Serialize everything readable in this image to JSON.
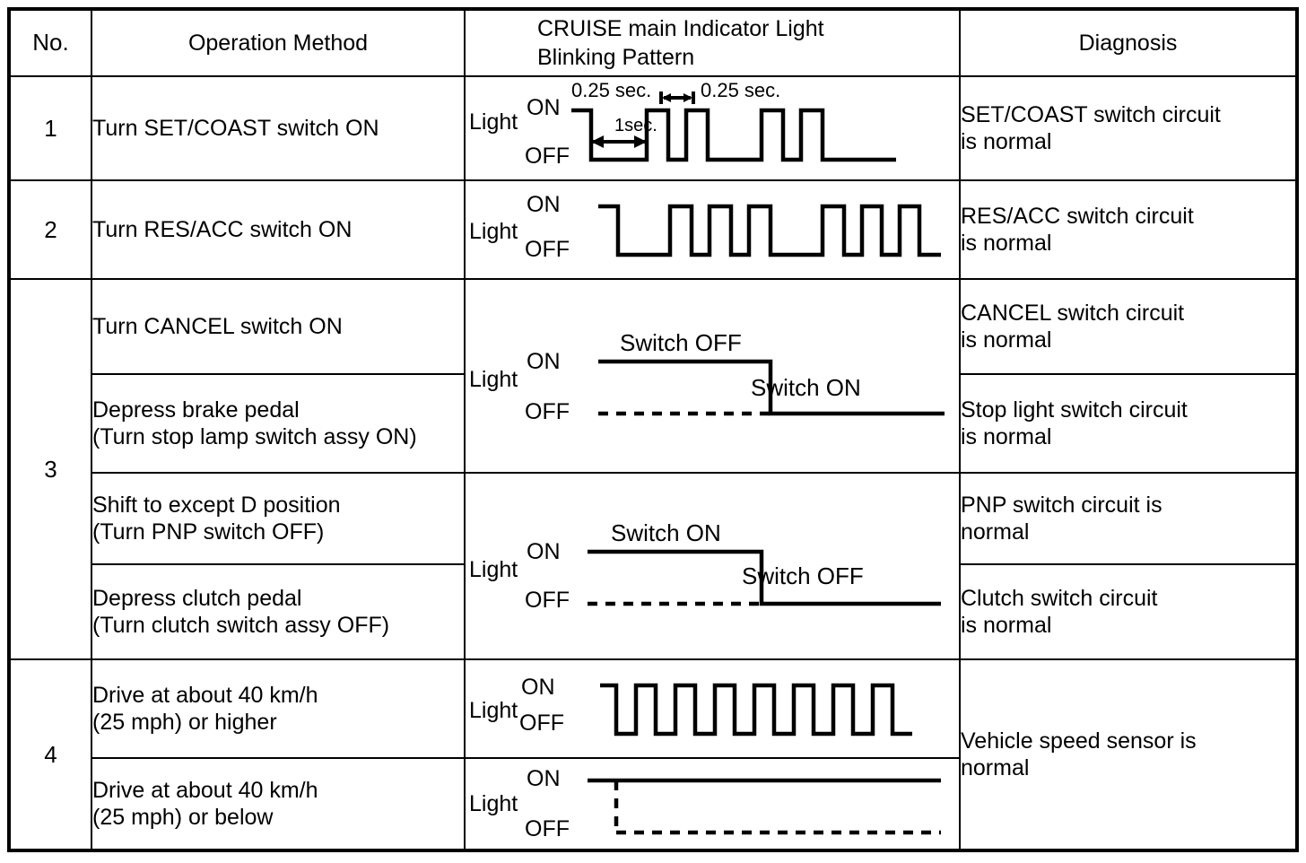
{
  "table": {
    "headers": {
      "no": "No.",
      "operation": "Operation Method",
      "pattern_line1": "CRUISE main Indicator Light",
      "pattern_line2": "Blinking Pattern",
      "diagnosis": "Diagnosis"
    },
    "rows": [
      {
        "no": "1",
        "operation_line1": "Turn SET/COAST switch ON",
        "operation_line2": "",
        "diagnosis_line1": "SET/COAST switch circuit",
        "diagnosis_line2": "is normal"
      },
      {
        "no": "2",
        "operation_line1": "Turn RES/ACC switch ON",
        "operation_line2": "",
        "diagnosis_line1": "RES/ACC switch circuit",
        "diagnosis_line2": "is normal"
      },
      {
        "no": "3",
        "operation_line1": "Turn CANCEL switch ON",
        "operation_line2": "",
        "diagnosis_line1": "CANCEL switch circuit",
        "diagnosis_line2": "is normal"
      },
      {
        "no": "",
        "operation_line1": "Depress brake pedal",
        "operation_line2": "(Turn stop lamp switch assy ON)",
        "diagnosis_line1": "Stop light switch circuit",
        "diagnosis_line2": "is normal"
      },
      {
        "no": "",
        "operation_line1": "Shift to except D position",
        "operation_line2": "(Turn PNP switch OFF)",
        "diagnosis_line1": "PNP switch circuit is",
        "diagnosis_line2": "normal"
      },
      {
        "no": "",
        "operation_line1": "Depress clutch pedal",
        "operation_line2": "(Turn clutch switch assy OFF)",
        "diagnosis_line1": "Clutch switch circuit",
        "diagnosis_line2": "is normal"
      },
      {
        "no": "4",
        "operation_line1": "Drive at about 40 km/h",
        "operation_line2": "(25 mph) or higher",
        "diagnosis_line1": "Vehicle speed sensor is",
        "diagnosis_line2": "normal"
      },
      {
        "no": "",
        "operation_line1": "Drive at about 40 km/h",
        "operation_line2": "(25 mph) or below",
        "diagnosis_line1": "",
        "diagnosis_line2": ""
      }
    ]
  },
  "waveforms": {
    "common": {
      "light_label": "Light",
      "on_label": "ON",
      "off_label": "OFF"
    },
    "row1": {
      "t_quarter_left": "0.25 sec.",
      "t_quarter_right": "0.25 sec.",
      "t_one_sec": "1sec."
    },
    "row3a": {
      "upper_label": "Switch OFF",
      "lower_label": "Switch ON"
    },
    "row3b": {
      "upper_label": "Switch ON",
      "lower_label": "Switch OFF"
    }
  },
  "chart_data": {
    "type": "line",
    "title": "CRUISE main Indicator Light Blinking Pattern",
    "ylabel": "Light",
    "y_levels": [
      "ON",
      "OFF"
    ],
    "annotations": [
      "0.25 sec.",
      "1sec.",
      "0.25 sec.",
      "Switch OFF",
      "Switch ON"
    ],
    "series": [
      {
        "name": "row1-set-coast",
        "description": "Starts ON briefly, OFF for 1 sec, then two 0.25 sec ON pulses, a pause, then two more ON pulses, then OFF",
        "pulse_groups": [
          2,
          2
        ],
        "on_duration_sec": 0.25,
        "off_duration_sec": 0.25,
        "pause_duration_sec": 1
      },
      {
        "name": "row2-res-acc",
        "description": "Starts ON briefly, OFF for 1 sec, then three 0.25 sec ON pulses, a pause, then three more ON pulses, then OFF",
        "pulse_groups": [
          3,
          3
        ],
        "on_duration_sec": 0.25,
        "off_duration_sec": 0.25,
        "pause_duration_sec": 1
      },
      {
        "name": "row3a-cancel-brake",
        "description": "ON level (solid) transitions down to OFF level (solid) at the switch event; OFF level before the event is dashed",
        "transition": "ON-to-OFF"
      },
      {
        "name": "row3b-pnp-clutch",
        "description": "ON level (solid) transitions down to OFF level (solid) at the switch event; OFF level before the event is dashed",
        "transition": "ON-to-OFF"
      },
      {
        "name": "row4a-speed-high",
        "description": "Continuous rapid square-wave blinking, eight ON pulses",
        "pulse_groups": [
          8
        ],
        "on_duration_sec": 0.25,
        "off_duration_sec": 0.25
      },
      {
        "name": "row4b-speed-low",
        "description": "Light stays ON continuously; OFF level shown dashed",
        "transition": "steady-ON"
      }
    ]
  },
  "colors": {
    "ink": "#000000",
    "paper": "#ffffff"
  }
}
